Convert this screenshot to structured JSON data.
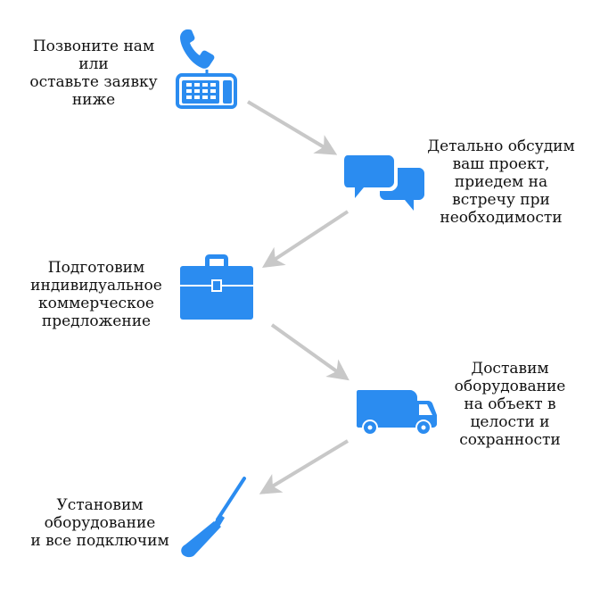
{
  "colors": {
    "accent": "#2b8cf0",
    "arrow": "#c8c8c8",
    "text": "#111111"
  },
  "steps": [
    {
      "text": "Позвоните нам\nили\nоставьте заявку\nниже",
      "icon": "telephone-icon"
    },
    {
      "text": "Детально обсудим\nваш проект,\nприедем на\nвстречу при\nнеобходимости",
      "icon": "chat-bubbles-icon"
    },
    {
      "text": "Подготовим\nиндивидуальное\nкоммерческое\nпредложение",
      "icon": "briefcase-icon"
    },
    {
      "text": "Доставим\nоборудование\nна объект в\nцелости и\nсохранности",
      "icon": "delivery-van-icon"
    },
    {
      "text": "Установим\nоборудование\nи все подключим",
      "icon": "screwdriver-icon"
    }
  ]
}
